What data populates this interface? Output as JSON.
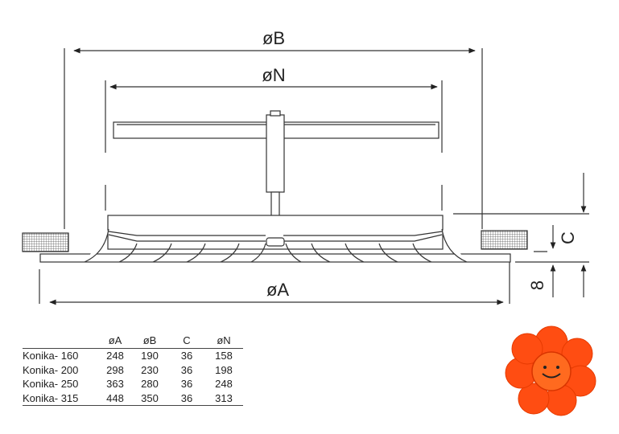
{
  "diagram": {
    "labels": {
      "B": "øB",
      "N": "øN",
      "A": "øA",
      "C": "C",
      "eight": "8"
    }
  },
  "table": {
    "headers": [
      "",
      "øA",
      "øB",
      "C",
      "øN"
    ],
    "rows": [
      [
        "Konika- 160",
        "248",
        "190",
        "36",
        "158"
      ],
      [
        "Konika- 200",
        "298",
        "230",
        "36",
        "198"
      ],
      [
        "Konika- 250",
        "363",
        "280",
        "36",
        "248"
      ],
      [
        "Konika- 315",
        "448",
        "350",
        "36",
        "313"
      ]
    ]
  },
  "colors": {
    "logo": "#ff4d12",
    "line": "#333333"
  }
}
